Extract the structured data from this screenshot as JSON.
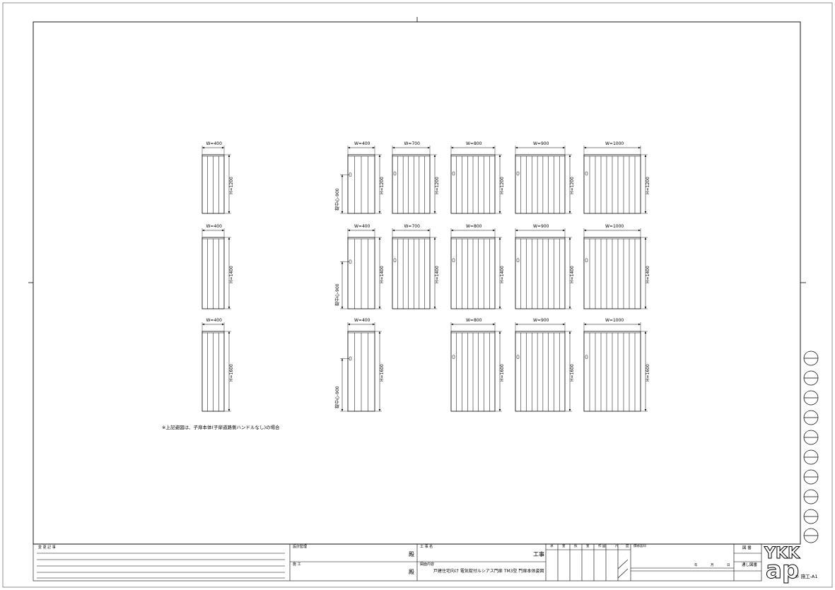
{
  "note": "※上記姿図は、子扉本体(子扉道路側ハンドルなし)の場合",
  "title_block": {
    "revision_label": "変 更 記 事",
    "design_label": "設計監理",
    "construction_label": "施 工",
    "honorific_1": "殿",
    "honorific_2": "殿",
    "project_label": "工 事 名",
    "project_suffix": "工事",
    "content_label": "図面内容",
    "content_value": "戸建住宅向け 電気錠付ルシアス門扉 TM3型 門扉本体姿図",
    "stamp_headers": [
      "承",
      "査",
      "照",
      "査",
      "作",
      "図",
      "尺",
      "度"
    ],
    "approval_label": "御承認印",
    "year_label": "年",
    "month_label": "月",
    "day_label": "日",
    "drawing_no_label": "図 番",
    "serial_label": "通し図番",
    "logo_line1": "YKK",
    "logo_line2": "ap",
    "sheet_code": "施工-A1"
  },
  "panels": [
    {
      "col": 0,
      "row": 0,
      "w_label": "W=400",
      "h_label": "H=1200",
      "slats": 4,
      "handle": false,
      "center_label": ""
    },
    {
      "col": 0,
      "row": 1,
      "w_label": "W=400",
      "h_label": "H=1400",
      "slats": 4,
      "handle": false,
      "center_label": ""
    },
    {
      "col": 0,
      "row": 2,
      "w_label": "W=400",
      "h_label": "H=1600",
      "slats": 4,
      "handle": false,
      "center_label": ""
    },
    {
      "col": 1,
      "row": 0,
      "w_label": "W=400",
      "h_label": "H=1200",
      "slats": 4,
      "handle": true,
      "center_label": "錠中心-900"
    },
    {
      "col": 1,
      "row": 1,
      "w_label": "W=400",
      "h_label": "H=1400",
      "slats": 4,
      "handle": true,
      "center_label": "錠中心-900"
    },
    {
      "col": 1,
      "row": 2,
      "w_label": "W=400",
      "h_label": "H=1600",
      "slats": 4,
      "handle": true,
      "center_label": "錠中心-900"
    },
    {
      "col": 2,
      "row": 0,
      "w_label": "W=700",
      "h_label": "H=1200",
      "slats": 7,
      "handle": true,
      "center_label": ""
    },
    {
      "col": 2,
      "row": 1,
      "w_label": "W=700",
      "h_label": "H=1400",
      "slats": 7,
      "handle": true,
      "center_label": ""
    },
    {
      "col": 3,
      "row": 0,
      "w_label": "W=800",
      "h_label": "H=1200",
      "slats": 8,
      "handle": true,
      "center_label": ""
    },
    {
      "col": 3,
      "row": 1,
      "w_label": "W=800",
      "h_label": "H=1400",
      "slats": 8,
      "handle": true,
      "center_label": ""
    },
    {
      "col": 3,
      "row": 2,
      "w_label": "W=800",
      "h_label": "H=1600",
      "slats": 8,
      "handle": true,
      "center_label": ""
    },
    {
      "col": 4,
      "row": 0,
      "w_label": "W=900",
      "h_label": "H=1200",
      "slats": 9,
      "handle": true,
      "center_label": ""
    },
    {
      "col": 4,
      "row": 1,
      "w_label": "W=900",
      "h_label": "H=1400",
      "slats": 9,
      "handle": true,
      "center_label": ""
    },
    {
      "col": 4,
      "row": 2,
      "w_label": "W=900",
      "h_label": "H=1600",
      "slats": 9,
      "handle": true,
      "center_label": ""
    },
    {
      "col": 5,
      "row": 0,
      "w_label": "W=1000",
      "h_label": "H=1200",
      "slats": 10,
      "handle": true,
      "center_label": ""
    },
    {
      "col": 5,
      "row": 1,
      "w_label": "W=1000",
      "h_label": "H=1400",
      "slats": 10,
      "handle": true,
      "center_label": ""
    },
    {
      "col": 5,
      "row": 2,
      "w_label": "W=1000",
      "h_label": "H=1600",
      "slats": 10,
      "handle": true,
      "center_label": ""
    }
  ]
}
